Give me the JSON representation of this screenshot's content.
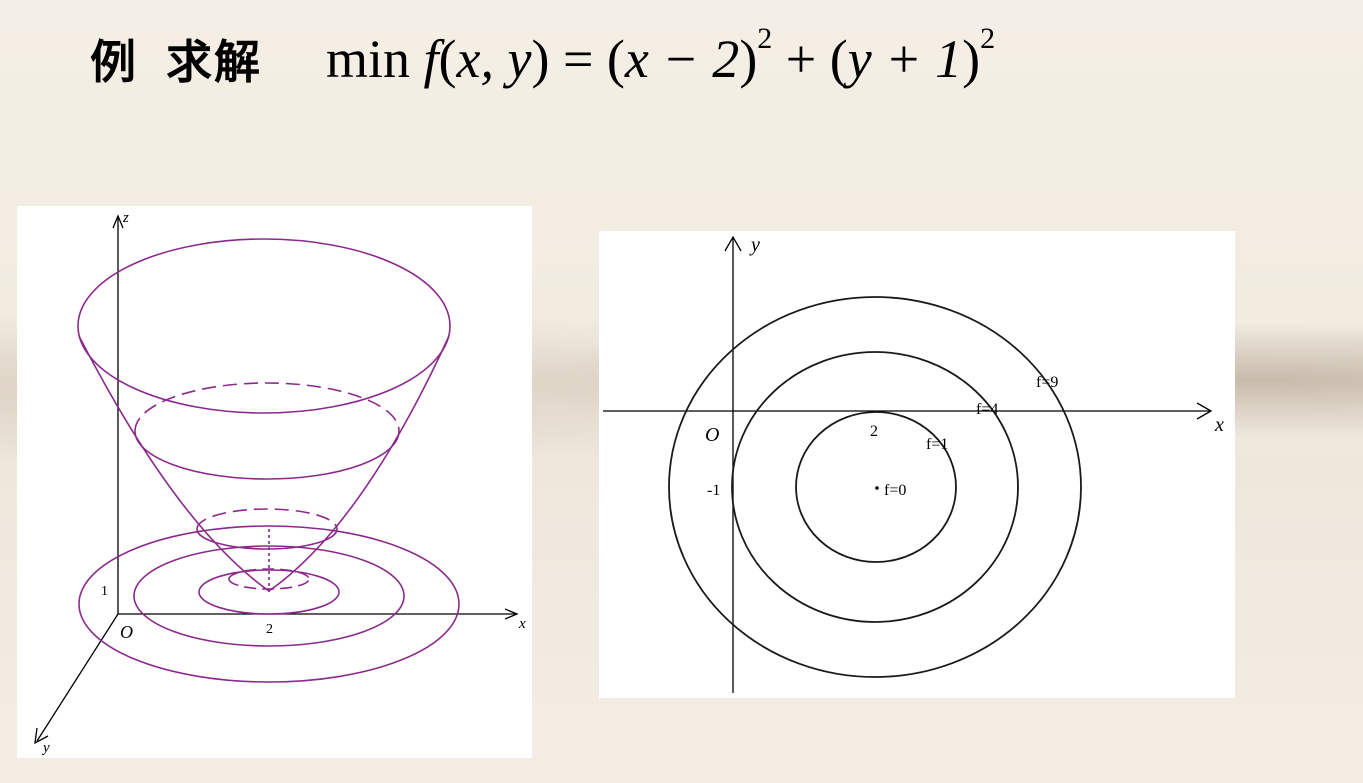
{
  "title": {
    "prefix": "例",
    "verb": "求解",
    "formula": {
      "min": "min",
      "f": "f",
      "args": "x, y",
      "eq": "=",
      "term1": "x − 2",
      "plus": "+",
      "term2": "y + 1",
      "power": "2"
    }
  },
  "plot3d": {
    "axes": {
      "x": "x",
      "y": "y",
      "z": "z",
      "origin": "O"
    },
    "ticks": {
      "x": "2",
      "z": "1"
    },
    "color": "#8b2a8b"
  },
  "plot2d": {
    "axes": {
      "x": "x",
      "y": "y",
      "origin": "O"
    },
    "ticks": {
      "x": "2",
      "y": "-1"
    },
    "levels": [
      {
        "label": "f=0"
      },
      {
        "label": "f=1"
      },
      {
        "label": "f=4"
      },
      {
        "label": "f=9"
      }
    ]
  }
}
